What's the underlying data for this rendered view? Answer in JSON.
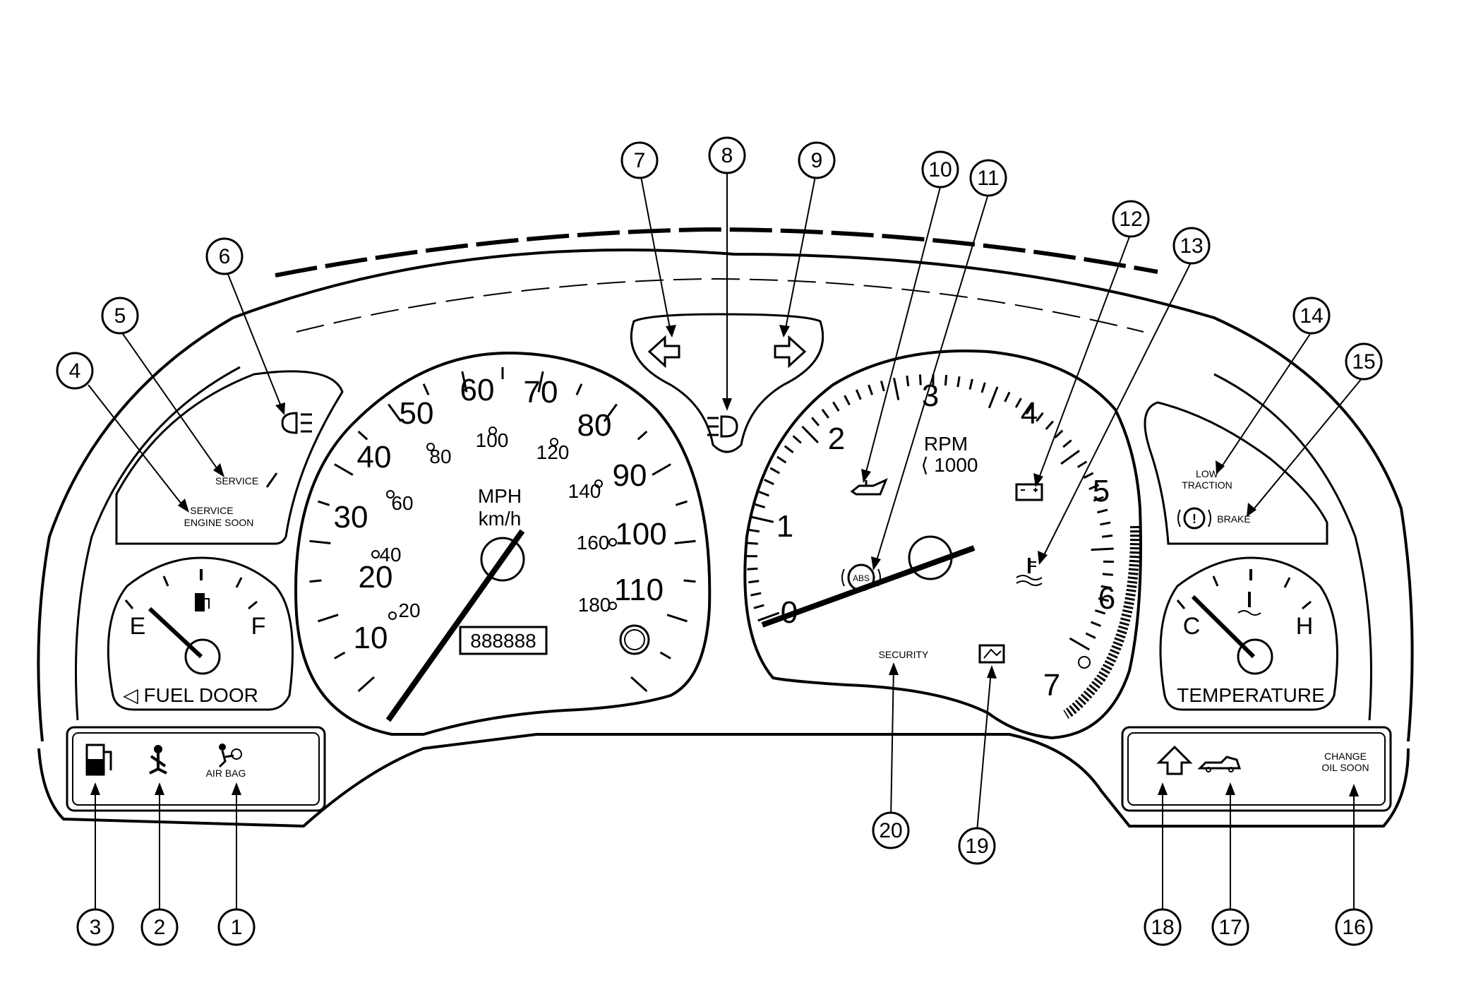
{
  "speedometer": {
    "mph_labels": [
      "10",
      "20",
      "30",
      "40",
      "50",
      "60",
      "70",
      "80",
      "90",
      "100",
      "110"
    ],
    "kmh_labels": [
      "20",
      "40",
      "60",
      "80",
      "100",
      "120",
      "140",
      "160",
      "180"
    ],
    "unit_mph": "MPH",
    "unit_kmh": "km/h",
    "odometer": "888888"
  },
  "tachometer": {
    "labels": [
      "0",
      "1",
      "2",
      "3",
      "4",
      "5",
      "6",
      "7"
    ],
    "unit": "RPM",
    "multiplier": "⟨ 1000"
  },
  "fuel_gauge": {
    "empty": "E",
    "full": "F",
    "door_note": "◁ FUEL DOOR"
  },
  "temp_gauge": {
    "cold": "C",
    "hot": "H",
    "label": "TEMPERATURE"
  },
  "indicators": {
    "service": "SERVICE",
    "service_engine_soon_1": "SERVICE",
    "service_engine_soon_2": "ENGINE SOON",
    "low_traction_1": "LOW",
    "low_traction_2": "TRACTION",
    "brake": "BRAKE",
    "air_bag": "AIR BAG",
    "abs": "ABS",
    "security": "SECURITY",
    "change_oil_1": "CHANGE",
    "change_oil_2": "OIL SOON"
  },
  "callouts": [
    "1",
    "2",
    "3",
    "4",
    "5",
    "6",
    "7",
    "8",
    "9",
    "10",
    "11",
    "12",
    "13",
    "14",
    "15",
    "16",
    "17",
    "18",
    "19",
    "20"
  ]
}
